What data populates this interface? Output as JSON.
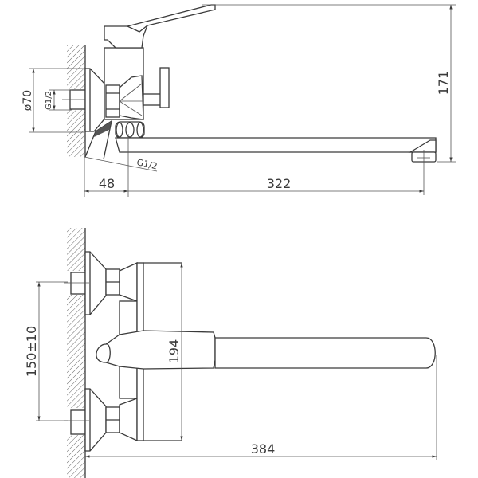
{
  "drawing": {
    "side_view": {
      "dimensions": {
        "flange_diameter": "ø70",
        "inlet_thread": "G1/2",
        "outlet_thread": "G1/2",
        "wall_offset": "48",
        "spout_reach": "322",
        "height": "171"
      }
    },
    "front_view": {
      "dimensions": {
        "inlet_spacing": "150±10",
        "body_height": "194",
        "total_reach": "384"
      }
    },
    "line_color": "#3a3a3a"
  }
}
